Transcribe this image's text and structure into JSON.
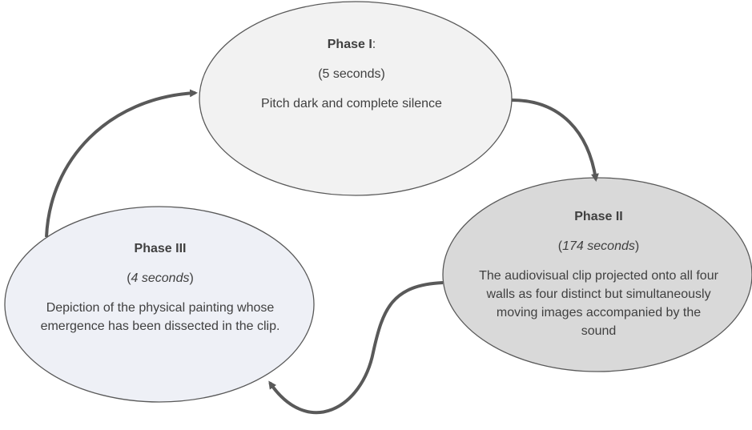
{
  "phases": [
    {
      "title_main": "Phase I",
      "title_suffix": ":",
      "duration_open": "(",
      "duration_value": "5 seconds",
      "duration_close": ")",
      "duration_italic": false,
      "description": "Pitch dark and complete silence",
      "fill": "#f2f2f2"
    },
    {
      "title_main": "Phase II",
      "title_suffix": "",
      "duration_open": "(",
      "duration_value": "174 seconds",
      "duration_close": ")",
      "duration_italic": true,
      "description": "The audiovisual clip projected onto all four walls as four distinct but simultaneously moving images accompanied by the sound",
      "fill": "#d9d9d9"
    },
    {
      "title_main": "Phase III",
      "title_suffix": "",
      "duration_open": "(",
      "duration_value": "4 seconds",
      "duration_close": ")",
      "duration_italic": true,
      "description": "Depiction of the physical painting whose emergence has been dissected in the clip.",
      "fill": "#eef0f6"
    }
  ],
  "colors": {
    "ellipse_stroke": "#595959",
    "arrow": "#595959",
    "text": "#404040"
  }
}
